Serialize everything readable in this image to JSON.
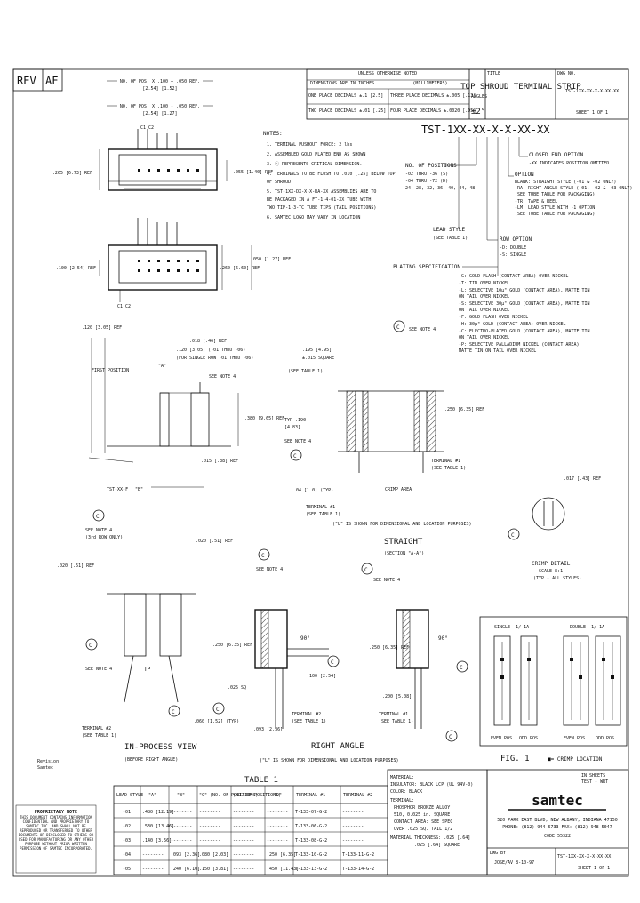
{
  "revision": {
    "rev_label": "REV",
    "rev_value": "AF"
  },
  "title_block_top": {
    "unless_otherwise_noted": "UNLESS OTHERWISE NOTED",
    "dims_in_inches": "DIMENSIONS ARE IN INCHES",
    "dims_in_mm": "(MILLIMETERS)",
    "one_place": "ONE PLACE DECIMALS ±.1 [2.5]",
    "two_place": "TWO PLACE DECIMALS ±.01 [.25]",
    "three_place": "THREE PLACE DECIMALS ±.005 [.13]",
    "four_place": "FOUR PLACE DECIMALS ±.0020 [.05]",
    "angles_label": "ANGLES",
    "angles_value": "±2°",
    "title_label": "TITLE",
    "title": "TOP SHROUD TERMINAL STRIP",
    "dwg_no_label": "DWG NO.",
    "dwg_no": "TST-1XX-XX-X-X-XX-XX",
    "sheet": "SHEET 1 OF 1"
  },
  "part_number": {
    "code": "TST-1XX-XX-X-X-XX-XX",
    "legend": {
      "closed_end": "CLOSED END OPTION",
      "closed_end_1": "-XX INDICATES POSITION OMITTED",
      "option": "OPTION",
      "option_1": "BLANK: STRAIGHT STYLE (-01 & -02 ONLY)",
      "option_2": "-RA: RIGHT ANGLE STYLE (-01, -02 & -03 ONLY)",
      "option_3": "(SEE TUBE TABLE FOR PACKAGING)",
      "option_4": "-TR: TAPE & REEL",
      "option_5": "-LM: LEAD STYLE WITH -1 OPTION",
      "option_6": "(SEE TUBE TABLE FOR PACKAGING)",
      "no_pos": "NO. OF POSITIONS",
      "no_pos_1": "-02 THRU -36 (S)",
      "no_pos_2": "-04 THRU -72 (D)",
      "no_pos_3": "24, 28, 32, 36, 40, 44, 48",
      "lead_style": "LEAD STYLE",
      "lead_style_1": "(SEE TABLE 1)",
      "row_option": "ROW OPTION",
      "row_1": "-D: DOUBLE",
      "row_2": "-S: SINGLE",
      "plating": "PLATING SPECIFICATION",
      "plating_1": "-G: GOLD FLASH (CONTACT AREA) OVER NICKEL",
      "plating_2": "-T: TIN OVER NICKEL",
      "plating_3": "-L: SELECTIVE 10µ\" GOLD (CONTACT AREA), MATTE TIN",
      "plating_4": "   ON TAIL OVER NICKEL",
      "plating_5": "-S: SELECTIVE 30µ\" GOLD (CONTACT AREA), MATTE TIN",
      "plating_6": "   ON TAIL OVER NICKEL",
      "plating_7": "-F: GOLD FLASH OVER NICKEL",
      "plating_8": "-H: 30µ\" GOLD (CONTACT AREA) OVER NICKEL",
      "plating_9": "-C: ELECTRO-PLATED GOLD (CONTACT AREA), MATTE TIN",
      "plating_10": "   ON TAIL OVER NICKEL",
      "plating_11": "-P: SELECTIVE PALLADIUM NICKEL (CONTACT AREA)",
      "plating_12": "   MATTE TIN ON TAIL OVER NICKEL"
    }
  },
  "notes": {
    "heading": "NOTES:",
    "n1": "1. TERMINAL PUSHOUT FORCE: 2 lbs",
    "n2": "2. ASSEMBLED GOLD PLATED END AS SHOWN",
    "n3": "3. ⓒ REPRESENTS CRITICAL DIMENSION.",
    "n4": "4. TERMINALS TO BE FLUSH TO .010 [.25] BELOW TOP",
    "n4b": "   OF SHROUD.",
    "n5": "5. TST-1XX-DX-X-X-RA-XX ASSEMBLIES ARE TO",
    "n5b": "   BE PACKAGED IN A FT-1-4-01-XX TUBE WITH",
    "n5c": "   TWO TIP-1-3-TC TUBE TIPS (TAIL POSITIONS)",
    "n6": "6. SAMTEC LOGO MAY VARY IN LOCATION"
  },
  "dims": {
    "top_a": "NO. OF POS. X .100 + .050 REF.",
    "top_a_mm": "[2.54]     [1.52]",
    "top_b": "NO. OF POS. X .100 - .050 REF.",
    "top_b_mm": "[2.54]     [1.27]",
    "d265": ".265 [6.73] REF",
    "d055": ".055 [1.40] REF",
    "d100": ".100 [2.54] REF",
    "d260": ".260 [6.60] REF",
    "d050": ".050 [1.27] REF",
    "d120": ".120 [3.05] REF",
    "d025": ".025 [.64] SQ",
    "d018": ".018 [.46] REF",
    "d_a1": ".120 [3.05] (-01 THRU -06)",
    "d_a2": "(FOR SINGLE ROW -01 THRU -06)",
    "first_pos": "FIRST POSITION",
    "a_label": "\"A\"",
    "b_label": "\"B\"",
    "see_note4": "SEE NOTE 4",
    "d_380": ".380 [9.65] REF",
    "d_015": ".015 [.38] REF",
    "tst_lbl": "TST-XX-F",
    "d195": ".195 [4.95]",
    "d195b": "±.015 SQUARE",
    "see_note4b": "SEE NOTE 4",
    "d250": ".250 [6.35] REF",
    "terminal_1": "TERMINAL #1",
    "see_table": "(SEE TABLE 1)",
    "d017": ".017 [.43] REF",
    "crimp_area": "CRIMP AREA",
    "d_ref_mm": ".04 [1.0] (TYP)",
    "tl_shown": "(\"L\" IS SHOWN FOR DIMENSIONAL AND LOCATION PURPOSES)",
    "crimp_detail": "CRIMP DETAIL",
    "crimp_scale": "SCALE 8:1",
    "crimp_typ": "(TYP - ALL STYLES)"
  },
  "views": {
    "straight_title": "STRAIGHT",
    "straight_sub": "(SECTION \"A-A\")",
    "right_angle": "RIGHT ANGLE",
    "in_process": "IN-PROCESS VIEW",
    "in_process_sub": "(BEFORE RIGHT ANGLE)",
    "bottom_note": "(\"L\" IS SHOWN FOR DIMENSIONAL AND LOCATION PURPOSES)",
    "d90": "90°",
    "d100": ".100 [2.54]",
    "d250": ".250 [6.35] REF",
    "terminal2": "TERMINAL #2",
    "see_table1": "(SEE TABLE 1)",
    "d_200": ".200 [5.08]",
    "d_025": ".025 SQ",
    "d_060": ".060 [1.52] (TYP)",
    "d_093": ".093 [2.36]",
    "see_note4": "SEE NOTE 4",
    "d25_3rd": "(3rd ROW ONLY)",
    "d_pos": ".020 [.51] REF",
    "d_tp": "TP"
  },
  "fig1": {
    "single_label": "SINGLE -1/-1A",
    "double_label": "DOUBLE -1/-1A",
    "even_pos": "EVEN POS.",
    "odd_pos": "ODD POS.",
    "even_pos2": "EVEN POS.",
    "odd_pos2": "ODD POS.",
    "caption": "FIG. 1",
    "crimp_loc": "■= CRIMP LOCATION"
  },
  "table1": {
    "title": "TABLE 1",
    "headers": [
      "LEAD STYLE",
      "\"A\"",
      "\"B\"",
      "\"C\" (NO. OF POSITIONS)",
      "(NO. OF POSITIONS)",
      "\"D\"",
      "TERMINAL #1",
      "TERMINAL #2"
    ],
    "rows": [
      [
        "-01",
        ".480 [12.19]",
        "--------",
        "--------",
        "--------",
        "--------",
        "T-133-07-G-2",
        "--------"
      ],
      [
        "-02",
        ".530 [13.46]",
        "--------",
        "--------",
        "--------",
        "--------",
        "T-133-06-G-2",
        "--------"
      ],
      [
        "-03",
        ".140 [3.56]",
        "--------",
        "--------",
        "--------",
        "--------",
        "T-133-08-G-2",
        "--------"
      ],
      [
        "-04",
        "--------",
        ".093 [2.36]",
        ".080 [2.03]",
        "--------",
        ".250 [6.35]",
        "T-133-10-G-2",
        "T-133-11-G-2"
      ],
      [
        "-05",
        "--------",
        ".240 [6.10]",
        ".150 [3.81]",
        "--------",
        ".450 [11.43]",
        "T-133-13-G-2",
        "T-133-14-G-2"
      ]
    ]
  },
  "material": {
    "heading": "MATERIAL:",
    "m1": "INSULATOR: BLACK LCP (UL 94V-0)",
    "m2": "COLOR: BLACK",
    "m3": "TERMINAL:",
    "m4": "PHOSPHOR BRONZE ALLOY",
    "m5": "510, 0.025 in. SQUARE",
    "m6": "CONTACT AREA: SEE SPEC",
    "m7": "OVER .025 SQ. TAIL 1/2",
    "m8": "MATERIAL THICKNESS: .025 [.64]",
    "m9": ".025 [.64] SQUARE"
  },
  "company": {
    "label": "IN SHEETS",
    "label2": "TEST - WRT",
    "logo": "samtec",
    "addr1": "520 PARK EAST BLVD, NEW ALBANY, INDIANA 47150",
    "addr2": "PHONE: (812) 944-6733   FAX: (812) 948-5047",
    "code": "CODE 55322",
    "by_label": "DWG BY",
    "by": "JOSE/AV  8-10-97",
    "dwg_bottom": "TST-1XX-XX-X-X-XX-XX",
    "sheet": "SHEET 1 OF 1"
  },
  "proprietary": {
    "title": "PROPRIETARY NOTE",
    "body": "THIS DOCUMENT CONTAINS INFORMATION CONFIDENTIAL AND PROPRIETARY TO SAMTEC INC. AND SHALL NOT BE REPRODUCED OR TRANSFERRED TO OTHER DOCUMENTS OR DISCLOSED TO OTHERS OR USED FOR MANUFACTURING OR ANY OTHER PURPOSE WITHOUT PRIOR WRITTEN PERMISSION OF SAMTEC INCORPORATED."
  },
  "small_note": {
    "a": "Revision",
    "b": "Samtec"
  },
  "critical_c": "C"
}
